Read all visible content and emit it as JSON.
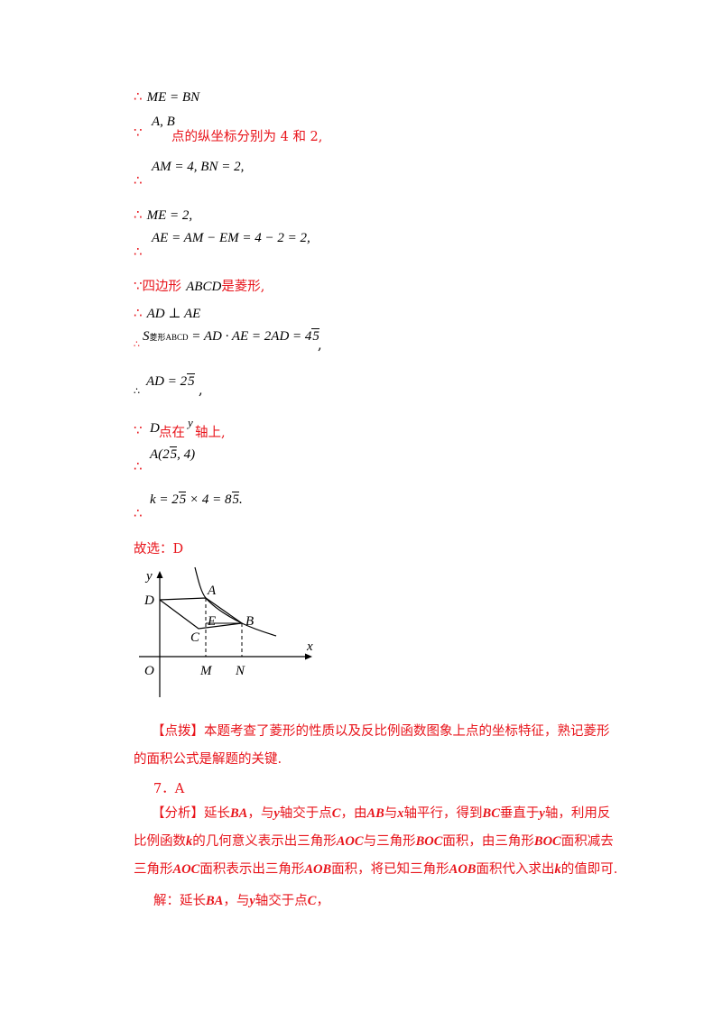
{
  "lines": {
    "l1": {
      "sym": "∴",
      "expr": "ME = BN"
    },
    "l2": {
      "sym": "∵",
      "vars": "A, B",
      "text": "点的纵坐标分别为 4 和 2,"
    },
    "l3": {
      "sym": "∴",
      "expr": "AM = 4, BN = 2,"
    },
    "l4": {
      "sym": "∴",
      "expr": "ME = 2,"
    },
    "l5": {
      "sym": "∴",
      "expr_a": "AE = AM − EM = 4 − 2 = 2,"
    },
    "l6": {
      "sym": "∵",
      "pre": "四边形",
      "var": "ABCD",
      "post": "是菱形,"
    },
    "l7": {
      "sym": "∴",
      "expr": "AD ⊥ AE"
    },
    "l8": {
      "sym": "∴",
      "S": "S",
      "sub": "菱形ABCD",
      "expr": " = AD · AE = 2AD = 4",
      "rad": "5",
      "tail": ","
    },
    "l9": {
      "sym": "∴",
      "expr": "AD = 2",
      "rad": "5",
      "tail": ","
    },
    "l10": {
      "sym": "∵",
      "var": "D",
      "pre": " 点在",
      "axis": "y",
      "post": " 轴上,"
    },
    "l11": {
      "sym": "∴",
      "expr": "A(2",
      "rad": "5",
      "tail": ", 4)"
    },
    "l12": {
      "sym": "∴",
      "expr": "k = 2",
      "rad": "5",
      "mid": " × 4 = 8",
      "rad2": "5",
      "tail": "."
    },
    "answer": "故选：D"
  },
  "figure": {
    "labels": {
      "y": "y",
      "x": "x",
      "O": "O",
      "D": "D",
      "A": "A",
      "E": "E",
      "B": "B",
      "C": "C",
      "M": "M",
      "N": "N"
    }
  },
  "comment": {
    "tag": "【点拨】",
    "text": "本题考查了菱形的性质以及反比例函数图象上点的坐标特征，熟记菱形的面积公式是解题的关键."
  },
  "q7": {
    "number": "7．A",
    "analysis_tag": "【分析】",
    "analysis_parts": [
      "延长",
      "BA",
      "，与",
      "y",
      "轴交于点",
      "C",
      "，由",
      "AB",
      "与",
      "x",
      "轴平行，得到",
      "BC",
      "垂直于",
      "y",
      "轴，利用反比例函数",
      "k",
      "的几何意义表示出三角形",
      "AOC",
      "与三角形",
      "BOC",
      "面积，由三角形",
      "BOC",
      "面积减去三角形",
      "AOC",
      "面积表示出三角形",
      "AOB",
      "面积，将已知三角形",
      "AOB",
      "面积代入求出",
      "k",
      "的值即可."
    ],
    "solution_tag": "解：",
    "solution_parts": [
      "延长",
      "BA",
      "，与",
      "y",
      "轴交于点",
      "C",
      "，"
    ]
  }
}
